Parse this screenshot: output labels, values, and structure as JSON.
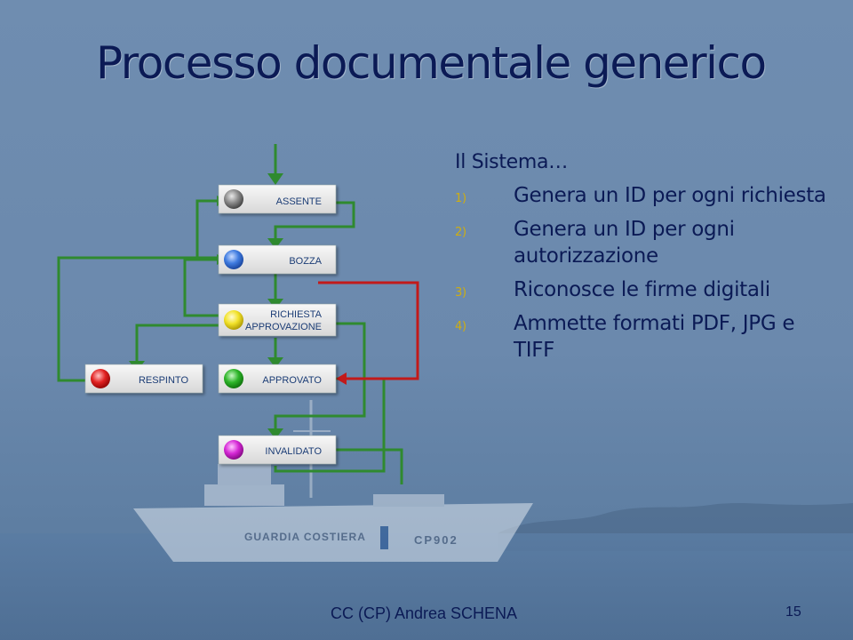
{
  "slide": {
    "title": "Processo documentale generico",
    "intro": "Il Sistema…",
    "items": [
      {
        "num": "1)",
        "text": "Genera un ID per ogni richiesta"
      },
      {
        "num": "2)",
        "text": "Genera un ID per ogni autorizzazione"
      },
      {
        "num": "3)",
        "text": "Riconosce le firme digitali"
      },
      {
        "num": "4)",
        "text": "Ammette formati PDF, JPG e TIFF"
      }
    ],
    "footer": "CC (CP) Andrea SCHENA",
    "page_number": "15"
  },
  "diagram": {
    "states": [
      {
        "id": "assente",
        "label": "ASSENTE",
        "led": "gray"
      },
      {
        "id": "bozza",
        "label": "BOZZA",
        "led": "blue"
      },
      {
        "id": "richiesta",
        "label_line1": "RICHIESTA",
        "label_line2": "APPROVAZIONE",
        "led": "yellow"
      },
      {
        "id": "respinto",
        "label": "RESPINTO",
        "led": "red"
      },
      {
        "id": "approvato",
        "label": "APPROVATO",
        "led": "green"
      },
      {
        "id": "invalidato",
        "label": "INVALIDATO",
        "led": "magenta"
      }
    ],
    "arrow_colors": {
      "flow": "#2f8a2f",
      "reject": "#c21a1a"
    }
  },
  "background": {
    "ship_text": "GUARDIA COSTIERA",
    "hull_number": "CP902"
  }
}
